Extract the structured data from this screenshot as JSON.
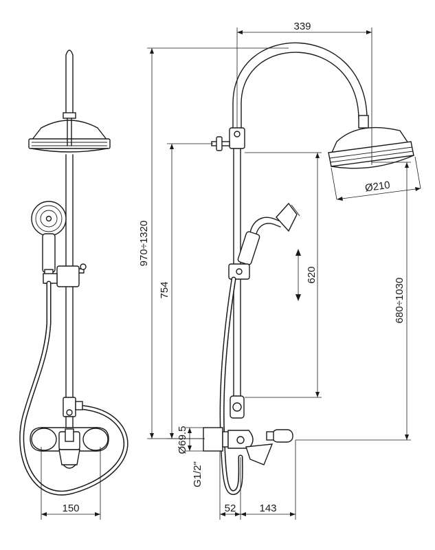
{
  "dimensions": {
    "rose_reach": "339",
    "total_height": "970÷1320",
    "slider_height": "754",
    "slide_range": "620",
    "outlet_height": "680÷1030",
    "rose_diameter": "Ø210",
    "front_width": "150",
    "flange_diameter": "Ø69.5",
    "inlet_thread": "G1/2\"",
    "wall_offset": "52",
    "spout_projection": "143"
  }
}
